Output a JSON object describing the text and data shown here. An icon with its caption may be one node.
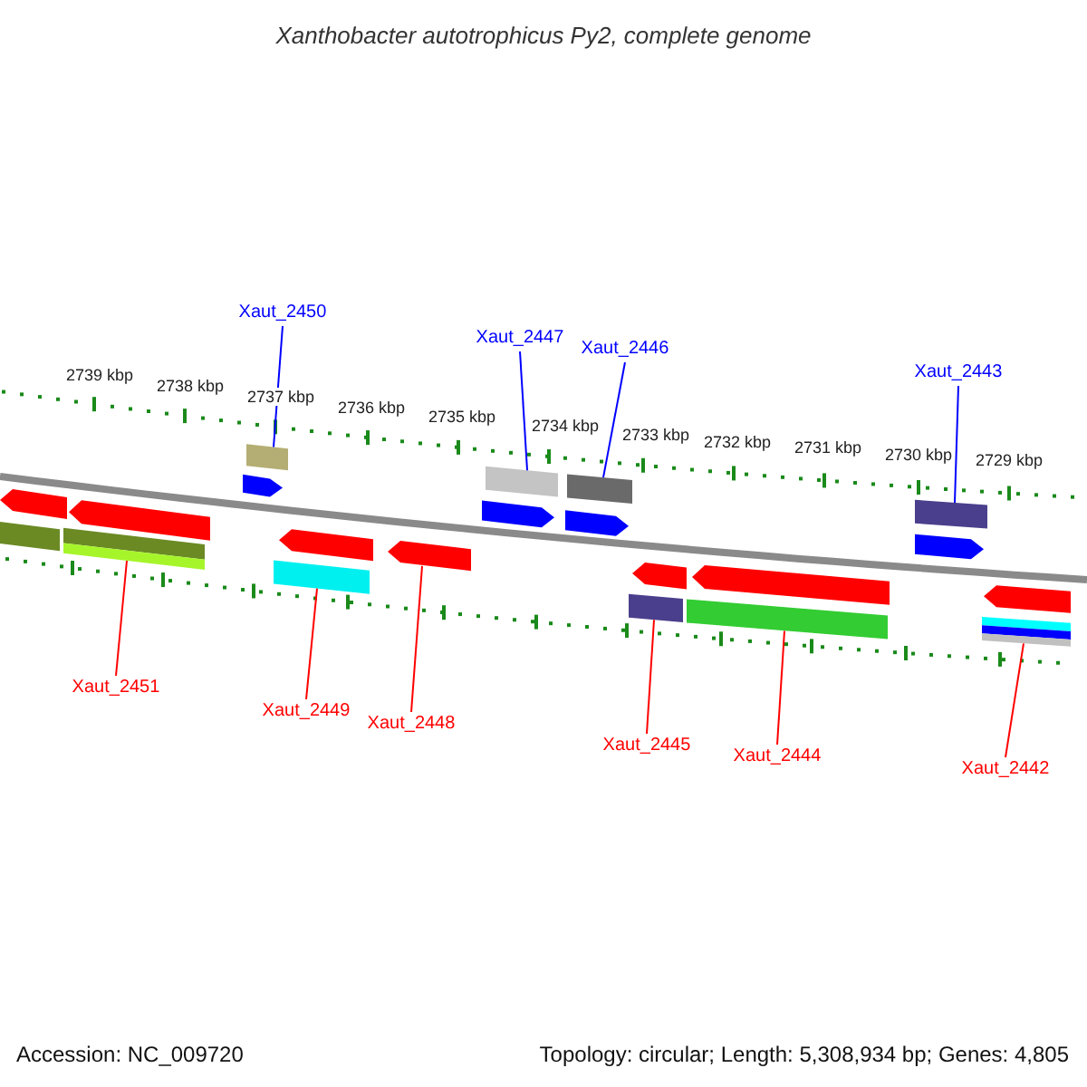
{
  "diagram": {
    "title": "Xanthobacter autotrophicus Py2, complete genome",
    "nodes": [
      {
        "text": [
          "Xaut_2450"
        ]
      },
      {
        "text": [
          "Xaut_2447"
        ]
      },
      {
        "text": [
          "Xaut_2446"
        ]
      },
      {
        "text": [
          "Xaut_2443"
        ]
      },
      {
        "text": [
          "Xaut_2451"
        ]
      },
      {
        "text": [
          "Xaut_2449"
        ]
      },
      {
        "text": [
          "Xaut_2448"
        ]
      },
      {
        "text": [
          "Xaut_2445"
        ]
      },
      {
        "text": [
          "Xaut_2444"
        ]
      },
      {
        "text": [
          "Xaut_2442"
        ]
      },
      {
        "text": [],
        "shape": "bar"
      },
      {
        "text": [],
        "shape": "pentagon"
      },
      {
        "text": [],
        "shape": "bar"
      },
      {
        "text": [],
        "shape": "pentagon"
      },
      {
        "text": [],
        "shape": "bar"
      },
      {
        "text": [],
        "shape": "pentagon"
      },
      {
        "text": [],
        "shape": "bar"
      },
      {
        "text": [],
        "shape": "pentagon"
      },
      {
        "text": [],
        "shape": "pentagon"
      },
      {
        "text": [],
        "shape": "bar"
      },
      {
        "text": [],
        "shape": "pentagon"
      },
      {
        "text": [],
        "shape": "bar"
      },
      {
        "text": [],
        "shape": "pentagon"
      },
      {
        "text": [],
        "shape": "bar"
      },
      {
        "text": [],
        "shape": "pentagon"
      },
      {
        "text": [],
        "shape": "pentagon"
      },
      {
        "text": [],
        "shape": "bar"
      },
      {
        "text": [],
        "shape": "pentagon"
      },
      {
        "text": [],
        "shape": "bar"
      },
      {
        "text": [],
        "shape": "pentagon"
      },
      {
        "text": [],
        "shape": "bar"
      }
    ],
    "edges": [
      {
        "from": 0,
        "to": 10,
        "arrow": "none",
        "color": "#0000ff"
      },
      {
        "from": 1,
        "to": 12,
        "arrow": "none",
        "color": "#0000ff"
      },
      {
        "from": 2,
        "to": 14,
        "arrow": "none",
        "color": "#0000ff"
      },
      {
        "from": 3,
        "to": 16,
        "arrow": "none",
        "color": "#0000ff"
      },
      {
        "from": 4,
        "to": 21,
        "arrow": "none"
      },
      {
        "from": 5,
        "to": 23,
        "arrow": "none"
      },
      {
        "from": 6,
        "to": 24,
        "arrow": "none"
      },
      {
        "from": 7,
        "to": 26,
        "arrow": "none"
      },
      {
        "from": 8,
        "to": 28,
        "arrow": "none"
      },
      {
        "from": 9,
        "to": 30,
        "arrow": "none"
      }
    ],
    "labels": [
      "2739 kbp",
      "2738 kbp",
      "2737 kbp",
      "2736 kbp",
      "2735 kbp",
      "2734 kbp",
      "2733 kbp",
      "2732 kbp",
      "2731 kbp",
      "2730 kbp",
      "2729 kbp",
      "Accession: NC_009720",
      "Topology: circular; Length: 5,308,934 bp; Genes: 4,805"
    ]
  }
}
